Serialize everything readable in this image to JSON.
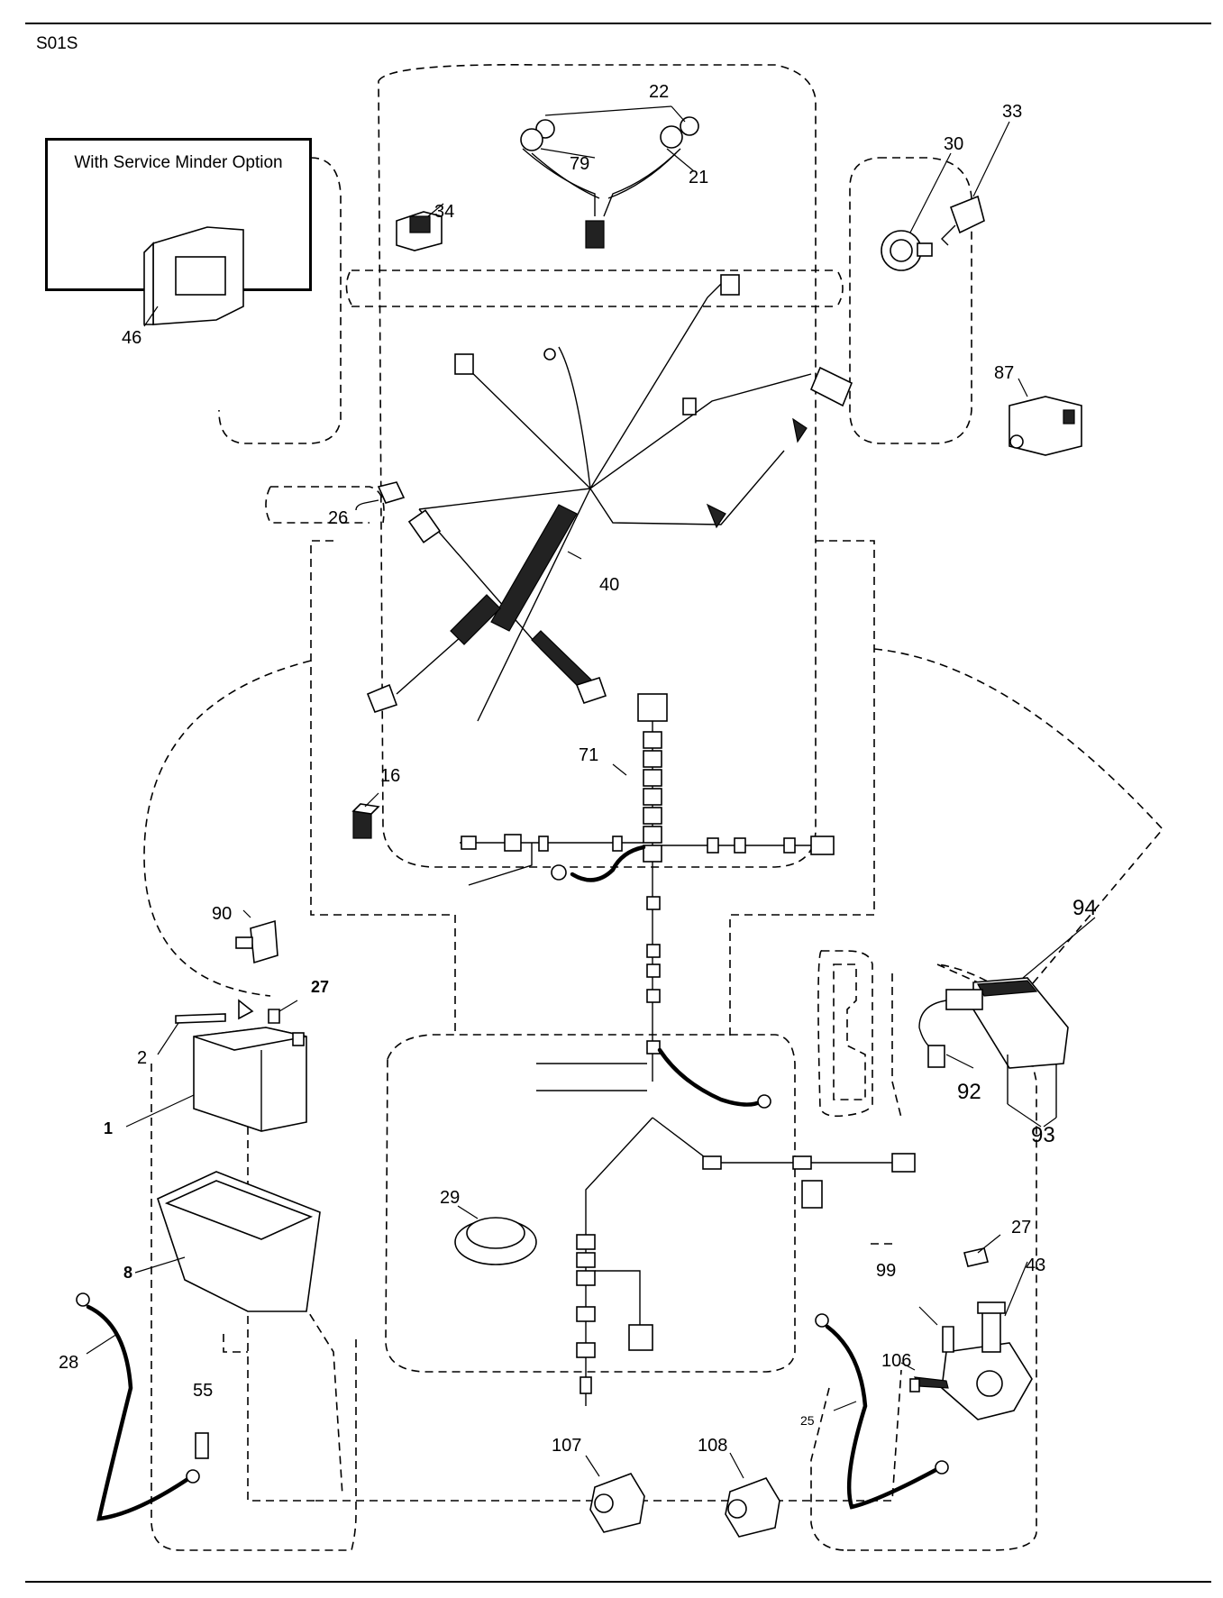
{
  "diagram_code": "S01S",
  "inset_title": "With Service Minder Option",
  "labels": {
    "p1": "1",
    "p2": "2",
    "p8": "8",
    "p16": "16",
    "p21": "21",
    "p22": "22",
    "p25": "25",
    "p26": "26",
    "p27a": "27",
    "p27b": "27",
    "p28": "28",
    "p29": "29",
    "p30": "30",
    "p33": "33",
    "p34": "34",
    "p40": "40",
    "p43": "43",
    "p46": "46",
    "p55": "55",
    "p71": "71",
    "p79": "79",
    "p87": "87",
    "p90": "90",
    "p92": "92",
    "p93": "93",
    "p94": "94",
    "p99": "99",
    "p106": "106",
    "p107": "107",
    "p108": "108"
  }
}
